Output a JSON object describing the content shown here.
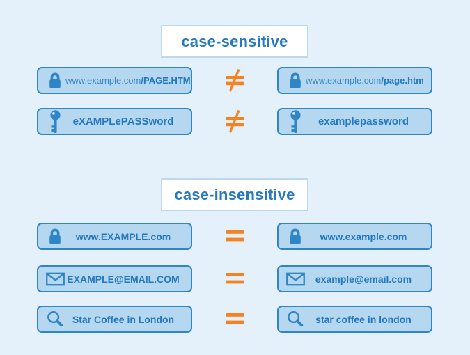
{
  "colors": {
    "background": "#e4f1fa",
    "box_fill": "#b5d7f0",
    "box_border": "#3085c5",
    "text_blue": "#2478bf",
    "text_blue_light": "#3987c5",
    "title_text": "#2779c0",
    "title_box_bg": "#ffffff",
    "title_box_border": "#bcd9ef",
    "orange": "#f58220",
    "icon_blue": "#2e86c6"
  },
  "sections": [
    {
      "title": "case-sensitive",
      "operator": "not-equal",
      "rows": [
        {
          "icon": "lock-icon",
          "left": {
            "regular": "www.example.com",
            "bold": "/PAGE.HTM"
          },
          "right": {
            "regular": "www.example.com",
            "bold": "/page.htm"
          }
        },
        {
          "icon": "key-icon",
          "left": {
            "regular": "",
            "bold": "eXAMPLePASSword"
          },
          "right": {
            "regular": "",
            "bold": "examplepassword"
          }
        }
      ]
    },
    {
      "title": "case-insensitive",
      "operator": "equal",
      "rows": [
        {
          "icon": "lock-icon",
          "left": {
            "regular": "",
            "bold": "www.EXAMPLE.com"
          },
          "right": {
            "regular": "",
            "bold": "www.example.com"
          }
        },
        {
          "icon": "mail-icon",
          "left": {
            "regular": "",
            "bold": "EXAMPLE@EMAIL.COM"
          },
          "right": {
            "regular": "",
            "bold": "example@email.com"
          }
        },
        {
          "icon": "search-icon",
          "left": {
            "regular": "",
            "bold": "Star Coffee in London"
          },
          "right": {
            "regular": "",
            "bold": "star coffee in london"
          }
        }
      ]
    }
  ]
}
